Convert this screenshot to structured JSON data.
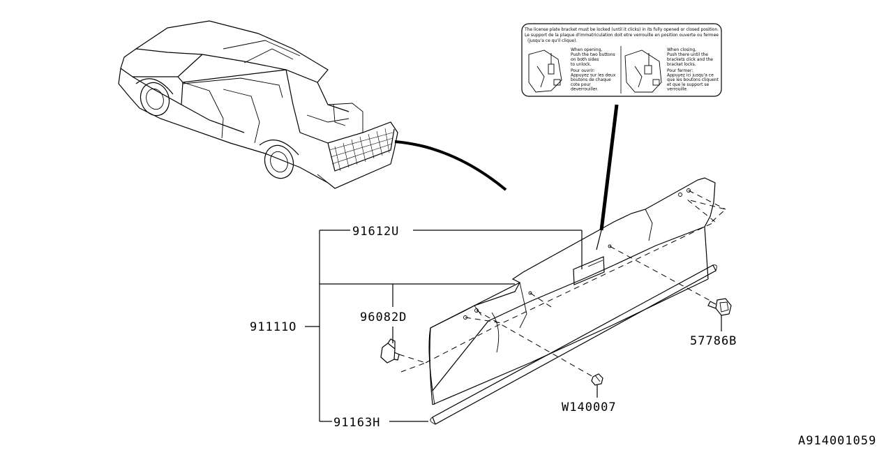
{
  "diagram_id": "A914001059",
  "parts": {
    "plate_bracket_label": "91612U",
    "tailgate_trim": "91111O",
    "clip_left": "96082D",
    "clip_right": "57786B",
    "screw": "W140007",
    "molding": "91163H"
  },
  "label_card": {
    "header_line1": "The license plate bracket must be locked (until it clicks) in its fully opened or closed position.",
    "header_line2": "Le support de la plaque d'immatriculation doit etre verrouille en position ouverte ou fermee",
    "header_line3": "(jusqu'a ce qu'il clique).",
    "left_en": [
      "When opening,",
      "Push the two buttons",
      "on both sides",
      "to unlock."
    ],
    "left_fr": [
      "Pour ouvrir:",
      "Appuyez sur les deux",
      "boutons de chaque",
      "cote pour",
      "deverrouiller."
    ],
    "right_en": [
      "When closing,",
      "Push there until the",
      "brackets click and the",
      "bracket locks."
    ],
    "right_fr": [
      "Pour fermer:",
      "Appuyez ici jusqu'a ce",
      "que les boutons cliquent",
      "et que le support se",
      "verrouille."
    ]
  }
}
